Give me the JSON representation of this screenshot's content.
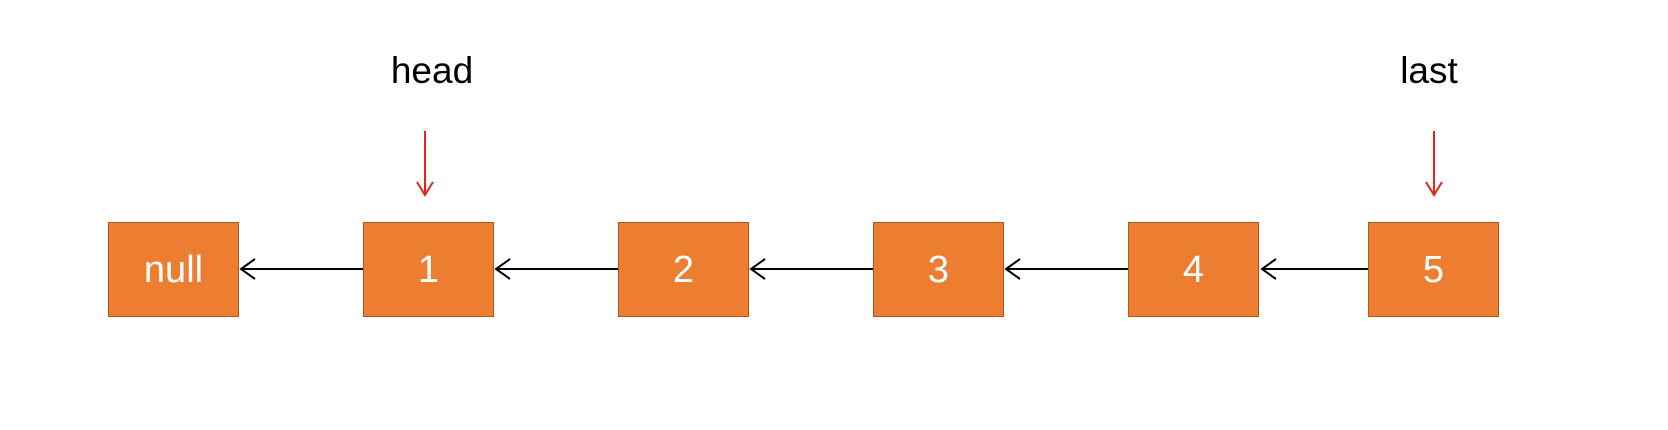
{
  "nodes": [
    {
      "label": "null"
    },
    {
      "label": "1"
    },
    {
      "label": "2"
    },
    {
      "label": "3"
    },
    {
      "label": "4"
    },
    {
      "label": "5"
    }
  ],
  "pointers": [
    {
      "label": "head",
      "target_node": 1
    },
    {
      "label": "last",
      "target_node": 5
    }
  ],
  "colors": {
    "node_fill": "#ed7d31",
    "node_border": "#b4531f",
    "node_text": "#ffffff",
    "link_arrow": "#000000",
    "pointer_arrow": "#e8231a",
    "pointer_text": "#000000"
  },
  "link_direction": "right-to-left"
}
